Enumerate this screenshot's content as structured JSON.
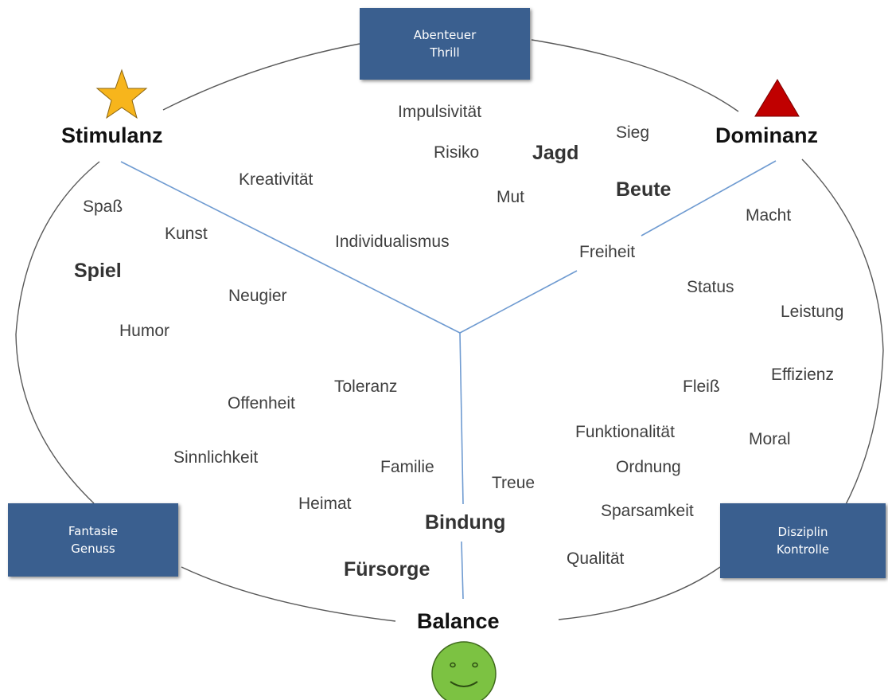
{
  "boxes": {
    "top": {
      "line1": "Abenteuer",
      "line2": "Thrill"
    },
    "left": {
      "line1": "Fantasie",
      "line2": "Genuss"
    },
    "right": {
      "line1": "Disziplin",
      "line2": "Kontrolle"
    }
  },
  "corners": {
    "stimulanz": "Stimulanz",
    "dominanz": "Dominanz",
    "balance": "Balance"
  },
  "words": {
    "impulsivitaet": "Impulsivität",
    "risiko": "Risiko",
    "jagd": "Jagd",
    "sieg": "Sieg",
    "kreativitaet": "Kreativität",
    "mut": "Mut",
    "beute": "Beute",
    "spass": "Spaß",
    "kunst": "Kunst",
    "individualismus": "Individualismus",
    "macht": "Macht",
    "freiheit": "Freiheit",
    "spiel": "Spiel",
    "neugier": "Neugier",
    "status": "Status",
    "leistung": "Leistung",
    "humor": "Humor",
    "toleranz": "Toleranz",
    "fleiss": "Fleiß",
    "effizienz": "Effizienz",
    "offenheit": "Offenheit",
    "funktionalitaet": "Funktionalität",
    "moral": "Moral",
    "sinnlichkeit": "Sinnlichkeit",
    "familie": "Familie",
    "ordnung": "Ordnung",
    "treue": "Treue",
    "heimat": "Heimat",
    "sparsamkeit": "Sparsamkeit",
    "bindung": "Bindung",
    "fuersorge": "Fürsorge",
    "qualitaet": "Qualität"
  },
  "colors": {
    "box": "#3a5f8f",
    "star": "#f7b51c",
    "triangle": "#c00000",
    "smiley": "#7cc242",
    "axis": "#6f9bd1",
    "ellipse": "#595959"
  },
  "icons": {
    "stimulanz": "star-icon",
    "dominanz": "triangle-icon",
    "balance": "smiley-icon"
  }
}
